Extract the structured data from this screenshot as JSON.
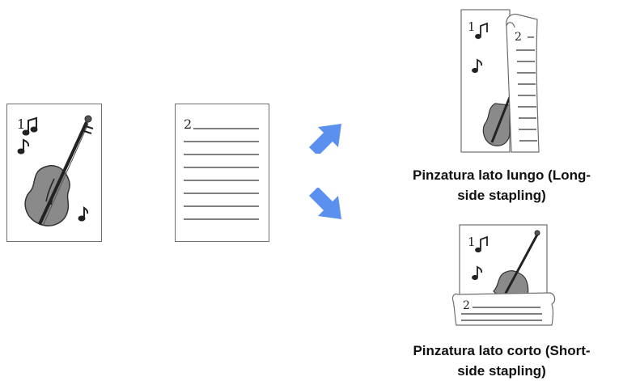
{
  "pages": {
    "page1_number": "1",
    "page2_number": "2"
  },
  "options": [
    {
      "caption_line1": "Pinzatura lato lungo (Long-",
      "caption_line2": "side stapling)",
      "page_numbers": [
        "1",
        "2"
      ]
    },
    {
      "caption_line1": "Pinzatura lato corto (Short-",
      "caption_line2": "side stapling)",
      "page_numbers": [
        "1",
        "2"
      ]
    }
  ],
  "icons": {
    "arrow_up": "arrow-up-right-icon",
    "arrow_down": "arrow-down-right-icon",
    "violin": "violin-icon",
    "music_note": "music-note-icon"
  },
  "colors": {
    "arrow": "#5b8ff0",
    "page_border": "#6e6e6e",
    "text_line": "#555555",
    "violin_fill": "#8a8a8a"
  }
}
